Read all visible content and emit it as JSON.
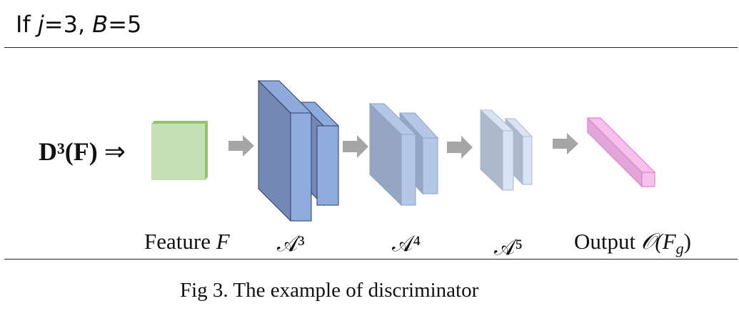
{
  "heading": {
    "prefix": "If ",
    "j_var": "j",
    "j_eq": "=3, ",
    "b_var": "B",
    "b_eq": "=5"
  },
  "formula": {
    "lhs": "D³(F)",
    "arrow": "⇒"
  },
  "labels": {
    "feature_word": "Feature ",
    "feature_var": "F",
    "a3": "𝒜³",
    "a4": "𝒜⁴",
    "a5": "𝒜⁵",
    "output_word": "Output ",
    "output_var": "𝒪(F",
    "output_sub": "g",
    "output_close": ")"
  },
  "caption": "Fig 3. The example of discriminator",
  "colors": {
    "feature_fill": "#c5e0b4",
    "feature_edge": "#8fc36d",
    "a3_side": "#7388b4",
    "a3_front": "#8faadc",
    "a4_side": "#95a6c2",
    "a4_front": "#b4c7e7",
    "a5_side": "#adb9ca",
    "a5_front": "#dae3f3",
    "output_fill": "#f6c2eb",
    "output_edge": "#ea7fd9",
    "arrow": "#a6a6a6"
  }
}
